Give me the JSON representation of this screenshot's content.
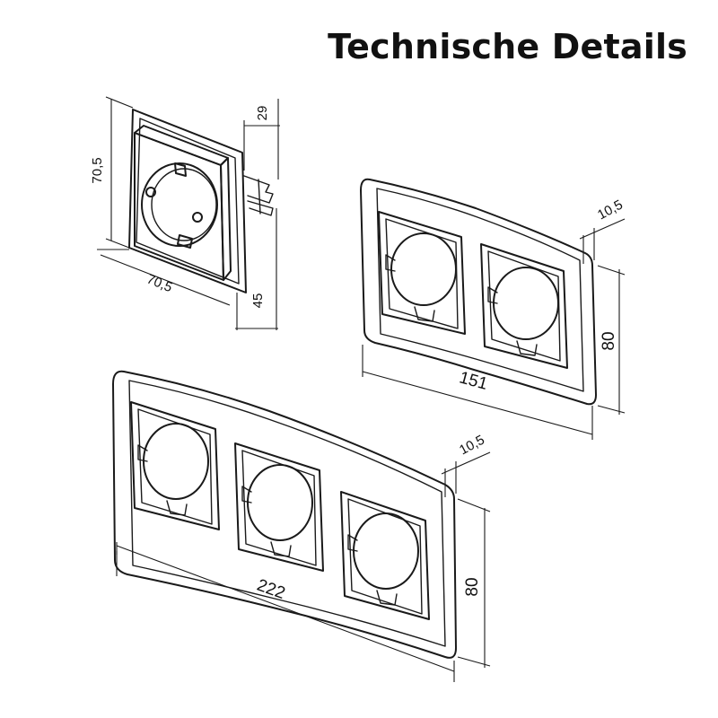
{
  "page": {
    "title": "Technische Details"
  },
  "socket": {
    "height_label": "70,5",
    "width_label": "70,5",
    "depth_label": "45",
    "clip_label": "29"
  },
  "frame_double": {
    "width_label": "151",
    "height_label": "80",
    "depth_label": "10,5"
  },
  "frame_triple": {
    "width_label": "222",
    "height_label": "80",
    "depth_label": "10,5"
  },
  "colors": {
    "line": "#1a1a1a",
    "background": "#ffffff"
  }
}
